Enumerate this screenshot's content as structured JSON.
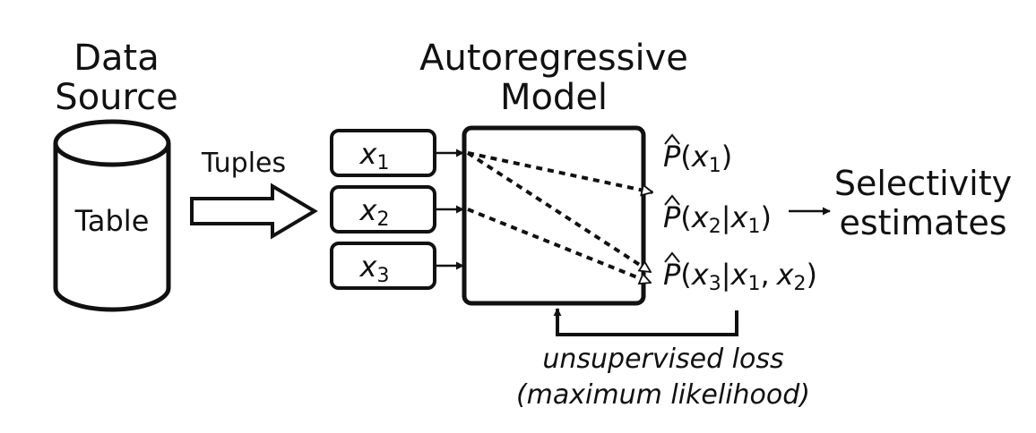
{
  "source": {
    "title_line1": "Data",
    "title_line2": "Source",
    "table_label": "Table"
  },
  "arrow_label": "Tuples",
  "model": {
    "title_line1": "Autoregressive",
    "title_line2": "Model"
  },
  "inputs": [
    {
      "var": "x",
      "sub": "1"
    },
    {
      "var": "x",
      "sub": "2"
    },
    {
      "var": "x",
      "sub": "3"
    }
  ],
  "outputs": [
    {
      "hat": "P",
      "open": "(",
      "var1": "x",
      "sub1": "1",
      "close": ")"
    },
    {
      "hat": "P",
      "open": "(",
      "var1": "x",
      "sub1": "2",
      "bar": "|",
      "var2": "x",
      "sub2": "1",
      "close": ")"
    },
    {
      "hat": "P",
      "open": "(",
      "var1": "x",
      "sub1": "3",
      "bar": "|",
      "var2": "x",
      "sub2": "1",
      "comma": ",",
      "var3": "x",
      "sub3": "2",
      "close": ")"
    }
  ],
  "result": {
    "line1": "Selectivity",
    "line2": "estimates"
  },
  "loss": {
    "line1": "unsupervised loss",
    "line2": "(maximum likelihood)"
  }
}
